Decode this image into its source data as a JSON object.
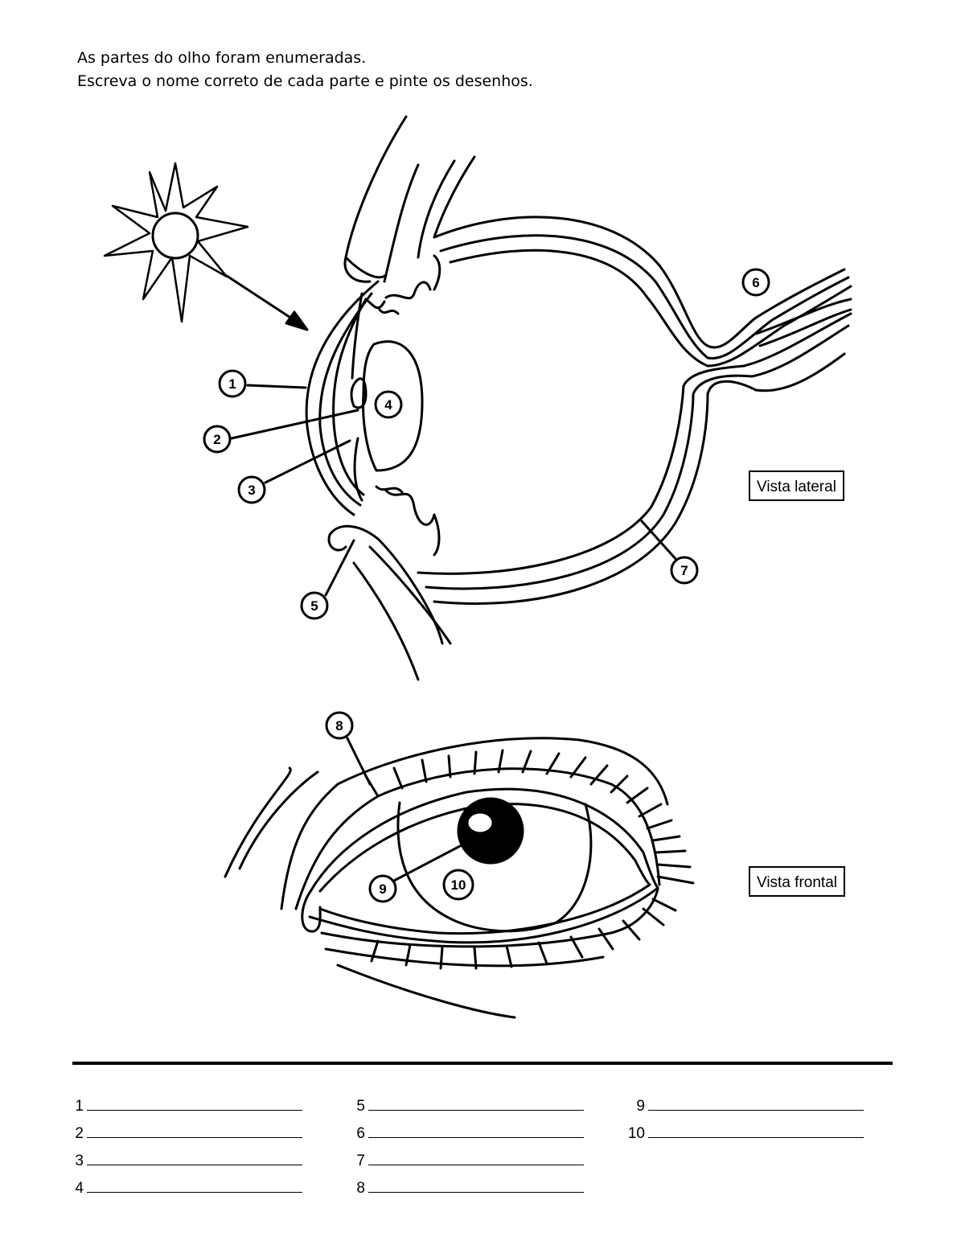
{
  "instructions": {
    "line1": "As partes do olho foram enumeradas.",
    "line2": "Escreva o nome correto de cada parte e pinte os desenhos."
  },
  "labels": {
    "lateral_view": "Vista lateral",
    "frontal_view": "Vista frontal"
  },
  "callouts": [
    "1",
    "2",
    "3",
    "4",
    "5",
    "6",
    "7",
    "8",
    "9",
    "10"
  ],
  "answers": [
    {
      "num": "1"
    },
    {
      "num": "2"
    },
    {
      "num": "3"
    },
    {
      "num": "4"
    },
    {
      "num": "5"
    },
    {
      "num": "6"
    },
    {
      "num": "7"
    },
    {
      "num": "8"
    },
    {
      "num": "9"
    },
    {
      "num": "10"
    }
  ]
}
